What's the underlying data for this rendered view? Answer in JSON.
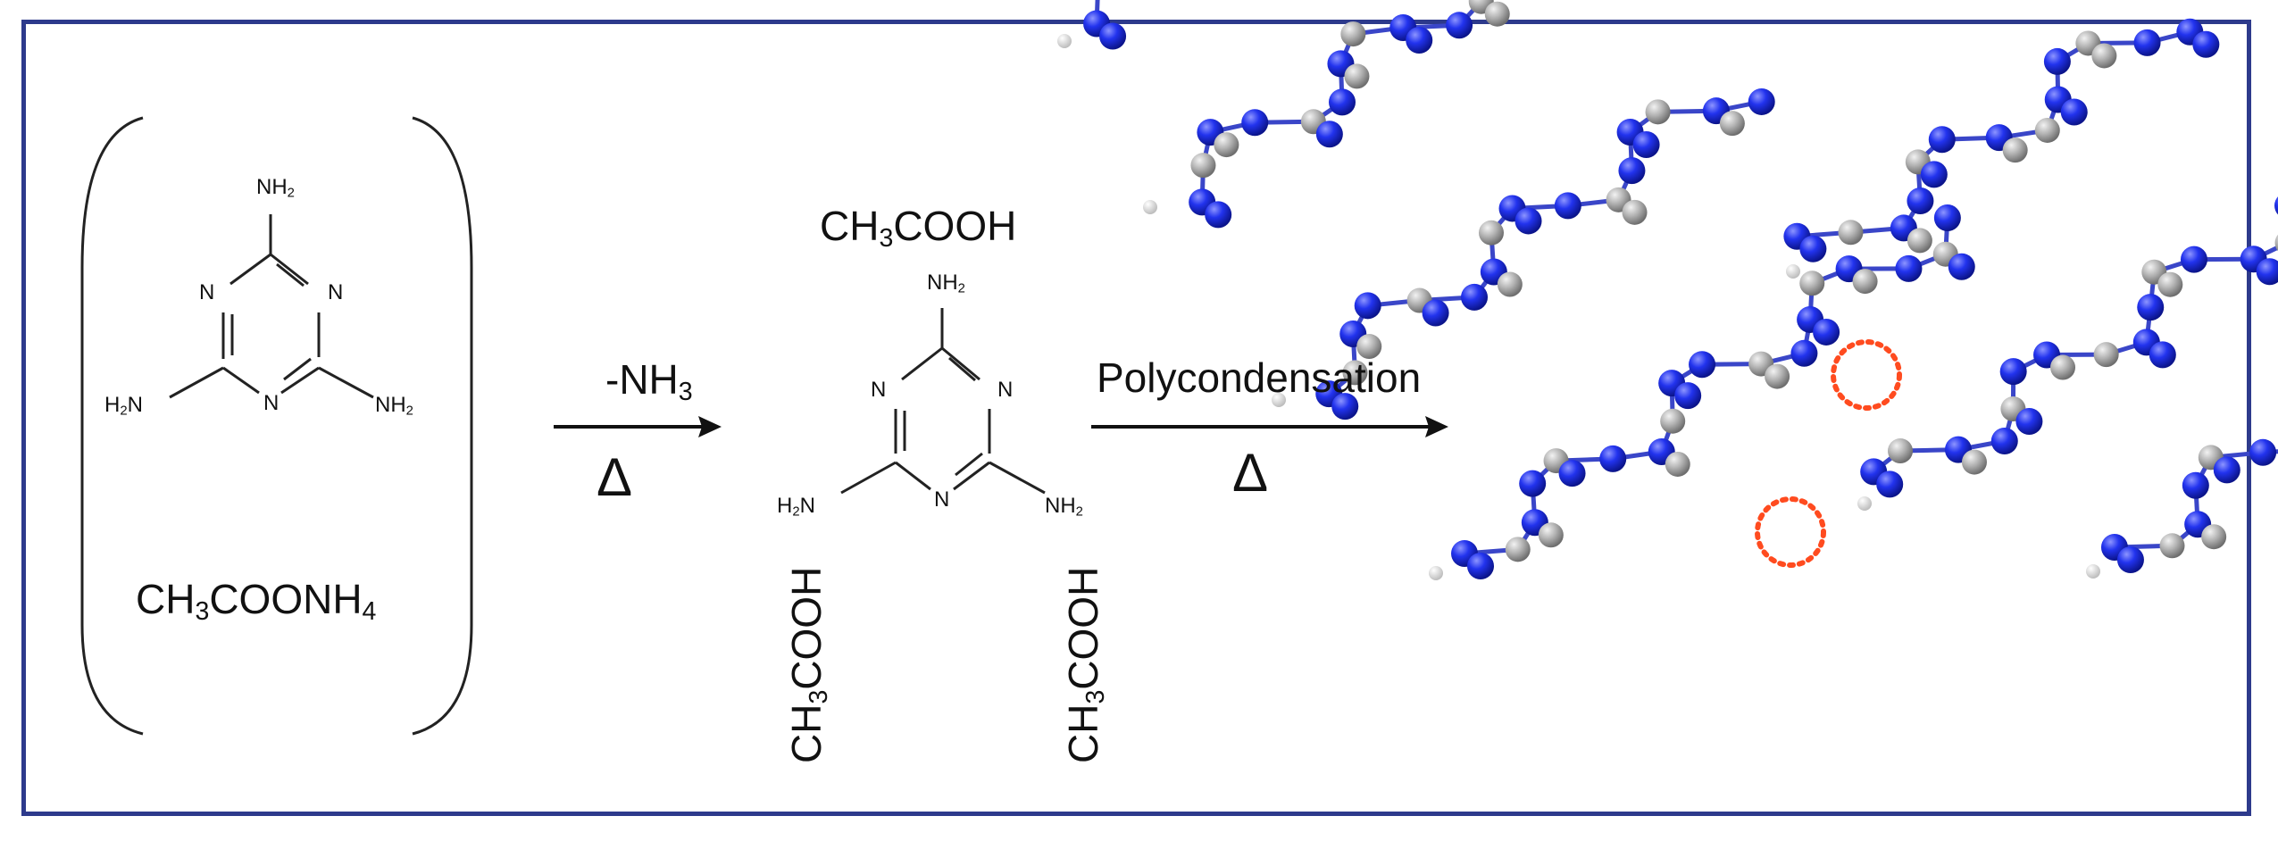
{
  "reactant": {
    "amine_top": "NH",
    "amine_top_sub": "2",
    "amine_left": "H",
    "amine_left_sub": "2",
    "amine_left_tail": "N",
    "amine_right": "NH",
    "amine_right_sub": "2",
    "ring_n": "N",
    "salt_a": "CH",
    "salt_a_sub": "3",
    "salt_b": "COONH",
    "salt_b_sub": "4"
  },
  "step1": {
    "byproduct_a": "-NH",
    "byproduct_sub": "3",
    "heat": "Δ"
  },
  "intermediate": {
    "acid_a": "CH",
    "acid_sub": "3",
    "acid_b": "COOH",
    "amine_top": "NH",
    "amine_top_sub": "2",
    "amine_left": "H",
    "amine_left_sub": "2",
    "amine_left_tail": "N",
    "amine_right": "NH",
    "amine_right_sub": "2",
    "ring_n": "N"
  },
  "step2": {
    "label": "Polycondensation",
    "heat": "Δ"
  },
  "colors": {
    "frame": "#2d3a8c",
    "nitrogen": "#1f2fe6",
    "carbon": "#a9a9a9",
    "hydrogen": "#f0f0f0",
    "pore_marker": "#ff4b1f"
  }
}
